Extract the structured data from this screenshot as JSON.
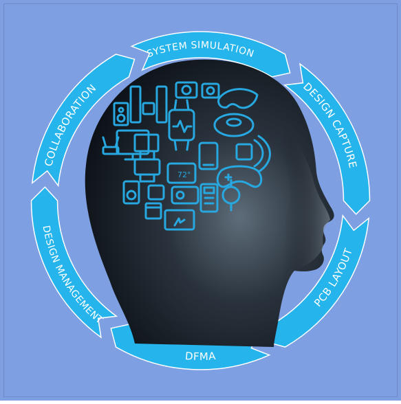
{
  "colors": {
    "background": "#7f9fe3",
    "frame_border": "#6f86c9",
    "ring": "#25b4ec",
    "ring_text": "#ffffff",
    "head_dark": "#0d1218",
    "head_light": "#5e6d7a",
    "icons": "#27a8e0"
  },
  "cycle": {
    "segments": [
      {
        "label": "SYSTEM SIMULATION"
      },
      {
        "label": "DESIGN CAPTURE"
      },
      {
        "label": "PCB LAYOUT"
      },
      {
        "label": "DFMA"
      },
      {
        "label": "DESIGN MANAGEMENT"
      },
      {
        "label": "COLLABORATION"
      }
    ]
  },
  "brain": {
    "icons": [
      "speaker-icon",
      "audio-system-icon",
      "camera-icon",
      "vr-headset-icon",
      "monitor-icon",
      "smartwatch-icon",
      "robot-vacuum-icon",
      "router-icon",
      "computer-icon",
      "tablet-icon",
      "contactless-card-icon",
      "printer-icon",
      "thermostat-icon",
      "game-controller-icon",
      "media-player-icon",
      "handheld-device-icon",
      "calculator-icon",
      "wearable-band-icon",
      "touchscreen-icon",
      "dishwasher-icon"
    ],
    "thermostat_reading": "72°"
  }
}
